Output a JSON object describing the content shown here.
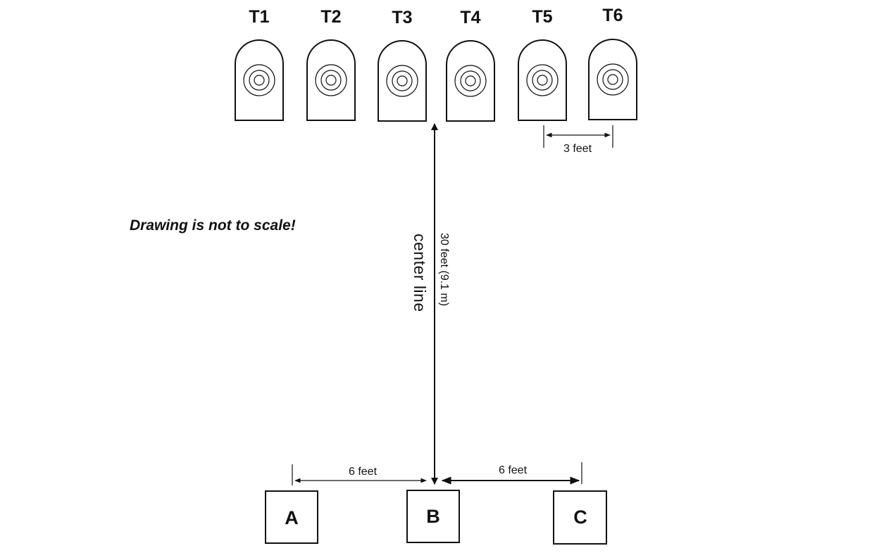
{
  "targets": [
    {
      "label": "T1"
    },
    {
      "label": "T2"
    },
    {
      "label": "T3"
    },
    {
      "label": "T4"
    },
    {
      "label": "T5"
    },
    {
      "label": "T6"
    }
  ],
  "dimensions": {
    "target_spacing": "3 feet",
    "range_distance": "30 feet (9.1 m)",
    "left_spacing": "6 feet",
    "right_spacing": "6 feet"
  },
  "center_line_label": "center line",
  "scale_note": "Drawing is not to scale!",
  "stations": [
    {
      "label": "A"
    },
    {
      "label": "B"
    },
    {
      "label": "C"
    }
  ],
  "colors": {
    "ink": "#111111",
    "background": "#ffffff"
  }
}
